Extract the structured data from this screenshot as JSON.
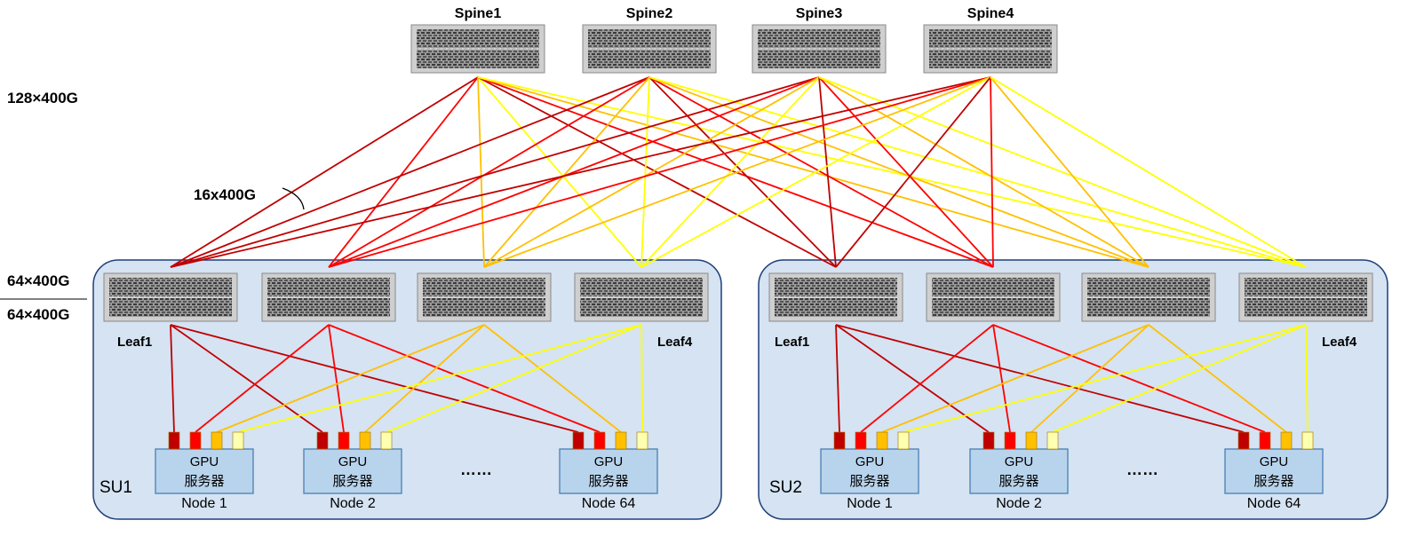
{
  "spines": [
    {
      "name": "Spine1"
    },
    {
      "name": "Spine2"
    },
    {
      "name": "Spine3"
    },
    {
      "name": "Spine4"
    }
  ],
  "side_labels": {
    "spine_ports": "128×400G",
    "link_bundle": "16x400G",
    "leaf_up": "64×400G",
    "leaf_down": "64×400G"
  },
  "units": [
    {
      "name": "SU1",
      "leaf_labels": {
        "first": "Leaf1",
        "last": "Leaf4"
      },
      "nodes": [
        {
          "line1": "GPU",
          "line2": "服务器",
          "name": "Node 1"
        },
        {
          "line1": "GPU",
          "line2": "服务器",
          "name": "Node 2"
        },
        {
          "line1": "GPU",
          "line2": "服务器",
          "name": "Node 64"
        }
      ],
      "ellipsis": "……"
    },
    {
      "name": "SU2",
      "leaf_labels": {
        "first": "Leaf1",
        "last": "Leaf4"
      },
      "nodes": [
        {
          "line1": "GPU",
          "line2": "服务器",
          "name": "Node 1"
        },
        {
          "line1": "GPU",
          "line2": "服务器",
          "name": "Node 2"
        },
        {
          "line1": "GPU",
          "line2": "服务器",
          "name": "Node 64"
        }
      ],
      "ellipsis": "……"
    }
  ],
  "colors": {
    "rail": [
      "#c00000",
      "#ff0000",
      "#ffc000",
      "#ffff00"
    ],
    "port_fill": [
      "#c00000",
      "#ff0000",
      "#ffc000",
      "#ffffb0"
    ],
    "unit_fill": "#d5e3f2",
    "unit_stroke": "#1f3f7a",
    "node_fill": "#b8d3ec",
    "node_stroke": "#4a7fb5"
  }
}
